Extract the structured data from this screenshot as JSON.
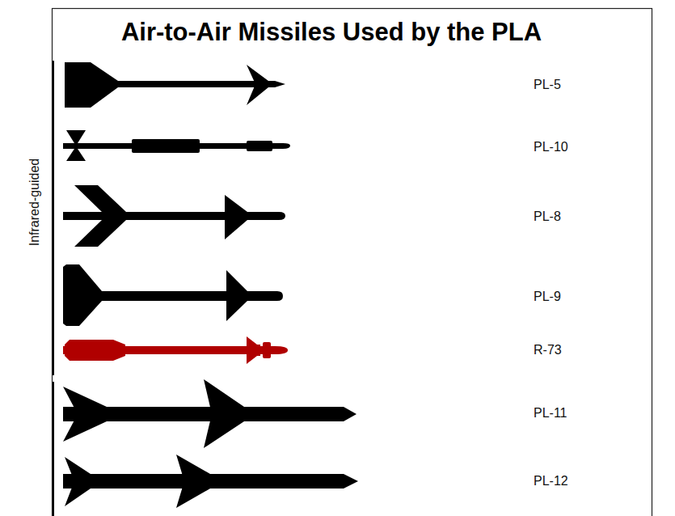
{
  "diagram": {
    "title": "Air-to-Air Missiles Used by the PLA",
    "labels": [
      "Infrared-guided",
      "PL-5",
      "PL-10",
      "PL-8",
      "PL-9",
      "R-73",
      "PL-11",
      "PL-12"
    ]
  }
}
